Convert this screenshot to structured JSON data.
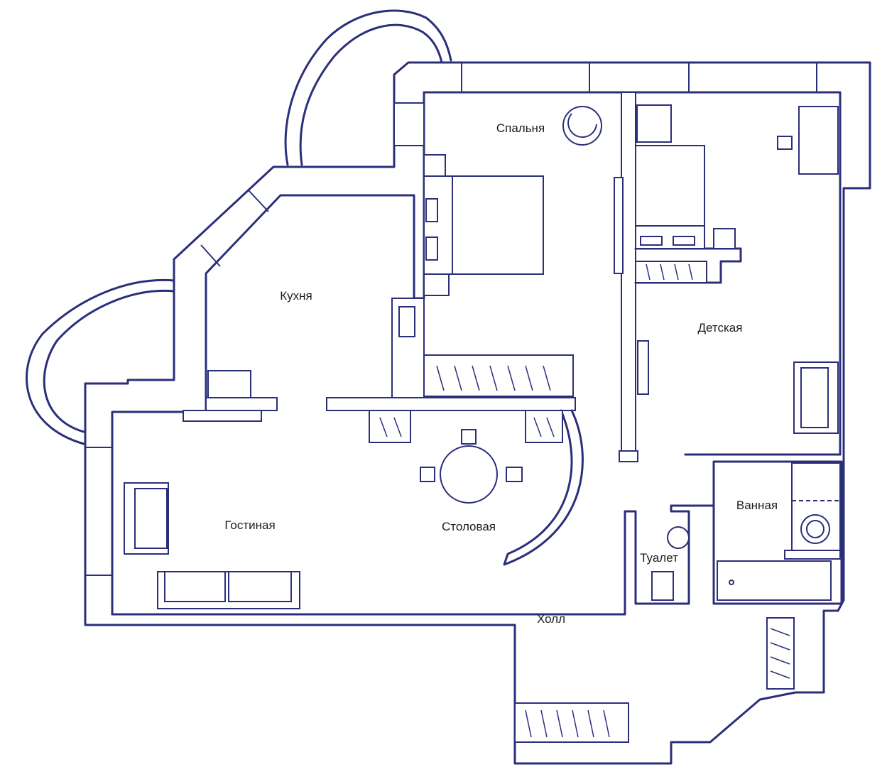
{
  "colors": {
    "wall": "#2b2f7a",
    "background": "#ffffff",
    "text": "#1d1d1d"
  },
  "rooms": {
    "bedroom": "Спальня",
    "kitchen": "Кухня",
    "kids_room": "Детская",
    "living_room": "Гостиная",
    "dining_room": "Столовая",
    "bathroom": "Ванная",
    "toilet": "Туалет",
    "hall": "Холл"
  }
}
